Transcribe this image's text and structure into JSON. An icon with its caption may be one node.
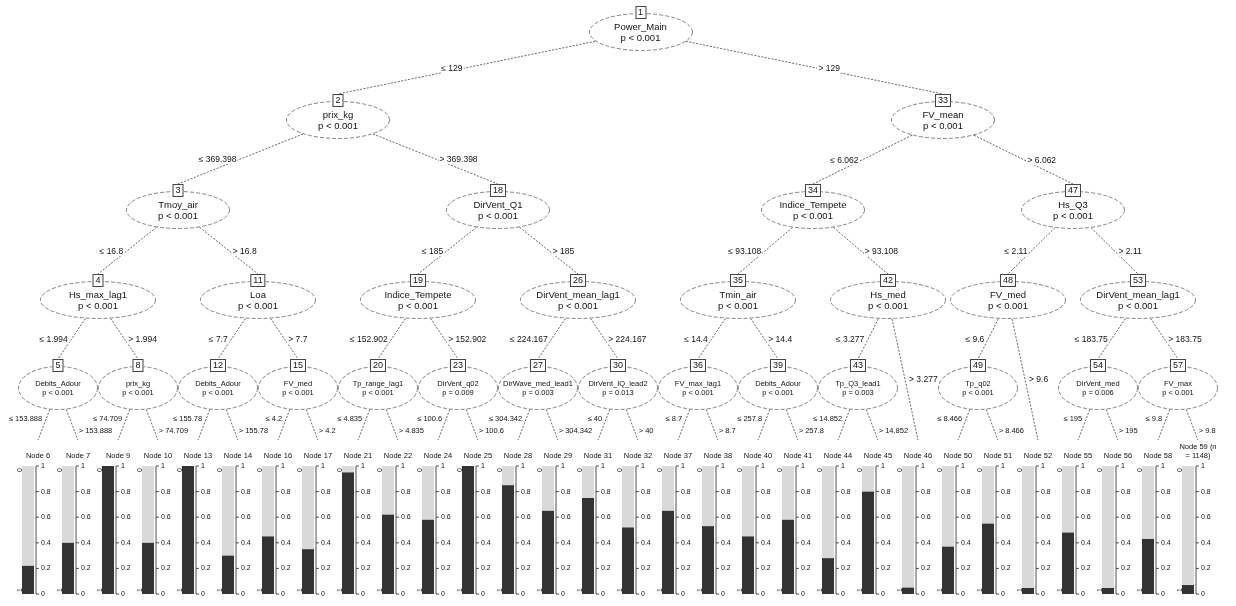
{
  "diagram": {
    "nodes": [
      {
        "text": [
          "1",
          "Power_Main",
          "p < 0.001"
        ]
      },
      {
        "text": [
          "2",
          "prix_kg",
          "p < 0.001"
        ]
      },
      {
        "text": [
          "3",
          "Tmoy_air",
          "p < 0.001"
        ]
      },
      {
        "text": [
          "4",
          "Hs_max_lag1",
          "p < 0.001"
        ]
      },
      {
        "text": [
          "5",
          "Debits_Adour",
          "p < 0.001"
        ]
      },
      {
        "text": [
          "Node 6",
          "0",
          "1",
          "1",
          "0.8",
          "0.6",
          "0.4",
          "0.2",
          "0"
        ]
      },
      {
        "text": [
          "Node 7",
          "0",
          "1",
          "1",
          "0.8",
          "0.6",
          "0.4",
          "0.2",
          "0"
        ]
      },
      {
        "text": [
          "8",
          "prix_kg",
          "p < 0.001"
        ]
      },
      {
        "text": [
          "Node 9",
          "0",
          "1",
          "1",
          "0.8",
          "0.6",
          "0.4",
          "0.2",
          "0"
        ]
      },
      {
        "text": [
          "Node 10",
          "0",
          "1",
          "1",
          "0.8",
          "0.6",
          "0.4",
          "0.2",
          "0"
        ]
      },
      {
        "text": [
          "11",
          "Loa",
          "p < 0.001"
        ]
      },
      {
        "text": [
          "12",
          "Debits_Adour",
          "p < 0.001"
        ]
      },
      {
        "text": [
          "Node 13",
          "0",
          "1",
          "1",
          "0.8",
          "0.6",
          "0.4",
          "0.2",
          "0"
        ]
      },
      {
        "text": [
          "Node 14",
          "0",
          "1",
          "1",
          "0.8",
          "0.6",
          "0.4",
          "0.2",
          "0"
        ]
      },
      {
        "text": [
          "15",
          "FV_med",
          "p < 0.001"
        ]
      },
      {
        "text": [
          "Node 16",
          "0",
          "1",
          "1",
          "0.8",
          "0.6",
          "0.4",
          "0.2",
          "0"
        ]
      },
      {
        "text": [
          "Node 17",
          "0",
          "1",
          "1",
          "0.8",
          "0.6",
          "0.4",
          "0.2",
          "0"
        ]
      },
      {
        "text": [
          "18",
          "DirVent_Q1",
          "p < 0.001"
        ]
      },
      {
        "text": [
          "19",
          "Indice_Tempete",
          "p < 0.001"
        ]
      },
      {
        "text": [
          "20",
          "Tp_range_lag1",
          "p < 0.001"
        ]
      },
      {
        "text": [
          "Node 21",
          "0",
          "1",
          "1",
          "0.8",
          "0.6",
          "0.4",
          "0.2",
          "0"
        ]
      },
      {
        "text": [
          "Node 22",
          "0",
          "1",
          "1",
          "0.8",
          "0.6",
          "0.4",
          "0.2",
          "0"
        ]
      },
      {
        "text": [
          "23",
          "DirVent_q02",
          "p = 0.009"
        ]
      },
      {
        "text": [
          "Node 24",
          "0",
          "1",
          "1",
          "0.8",
          "0.6",
          "0.4",
          "0.2",
          "0"
        ]
      },
      {
        "text": [
          "Node 25",
          "0",
          "1",
          "1",
          "0.8",
          "0.6",
          "0.4",
          "0.2",
          "0"
        ]
      },
      {
        "text": [
          "26",
          "DirVent_mean_lag1",
          "p < 0.001"
        ]
      },
      {
        "text": [
          "27",
          "DirWave_med_lead1",
          "p = 0.003"
        ]
      },
      {
        "text": [
          "Node 28",
          "0",
          "1",
          "1",
          "0.8",
          "0.6",
          "0.4",
          "0.2",
          "0"
        ]
      },
      {
        "text": [
          "Node 29",
          "0",
          "1",
          "1",
          "0.8",
          "0.6",
          "0.4",
          "0.2",
          "0"
        ]
      },
      {
        "text": [
          "30",
          "DirVent_IQ_lead2",
          "p = 0.013"
        ]
      },
      {
        "text": [
          "Node 31",
          "0",
          "1",
          "1",
          "0.8",
          "0.6",
          "0.4",
          "0.2",
          "0"
        ]
      },
      {
        "text": [
          "Node 32",
          "0",
          "1",
          "1",
          "0.8",
          "0.6",
          "0.4",
          "0.2",
          "0"
        ]
      },
      {
        "text": [
          "33",
          "FV_mean",
          "p < 0.001"
        ]
      },
      {
        "text": [
          "34",
          "Indice_Tempete",
          "p < 0.001"
        ]
      },
      {
        "text": [
          "35",
          "Tmin_air",
          "p < 0.001"
        ]
      },
      {
        "text": [
          "36",
          "FV_max_lag1",
          "p < 0.001"
        ]
      },
      {
        "text": [
          "Node 37",
          "0",
          "1",
          "1",
          "0.8",
          "0.6",
          "0.4",
          "0.2",
          "0"
        ]
      },
      {
        "text": [
          "Node 38",
          "0",
          "1",
          "1",
          "0.8",
          "0.6",
          "0.4",
          "0.2",
          "0"
        ]
      },
      {
        "text": [
          "39",
          "Debits_Adour",
          "p < 0.001"
        ]
      },
      {
        "text": [
          "Node 40",
          "0",
          "1",
          "1",
          "0.8",
          "0.6",
          "0.4",
          "0.2",
          "0"
        ]
      },
      {
        "text": [
          "Node 41",
          "0",
          "1",
          "1",
          "0.8",
          "0.6",
          "0.4",
          "0.2",
          "0"
        ]
      },
      {
        "text": [
          "42",
          "Hs_med",
          "p < 0.001"
        ]
      },
      {
        "text": [
          "43",
          "Tp_Q3_lead1",
          "p = 0.003"
        ]
      },
      {
        "text": [
          "Node 44",
          "0",
          "1",
          "1",
          "0.8",
          "0.6",
          "0.4",
          "0.2",
          "0"
        ]
      },
      {
        "text": [
          "Node 45",
          "0",
          "1",
          "1",
          "0.8",
          "0.6",
          "0.4",
          "0.2",
          "0"
        ]
      },
      {
        "text": [
          "Node 46",
          "0",
          "1",
          "1",
          "0.8",
          "0.6",
          "0.4",
          "0.2",
          "0"
        ]
      },
      {
        "text": [
          "47",
          "Hs_Q3",
          "p < 0.001"
        ]
      },
      {
        "text": [
          "48",
          "FV_med",
          "p < 0.001"
        ]
      },
      {
        "text": [
          "49",
          "Tp_q02",
          "p < 0.001"
        ]
      },
      {
        "text": [
          "Node 50",
          "0",
          "1",
          "1",
          "0.8",
          "0.6",
          "0.4",
          "0.2",
          "0"
        ]
      },
      {
        "text": [
          "Node 51",
          "0",
          "1",
          "1",
          "0.8",
          "0.6",
          "0.4",
          "0.2",
          "0"
        ]
      },
      {
        "text": [
          "Node 52",
          "0",
          "1",
          "1",
          "0.8",
          "0.6",
          "0.4",
          "0.2",
          "0"
        ]
      },
      {
        "text": [
          "53",
          "DirVent_mean_lag1",
          "p < 0.001"
        ]
      },
      {
        "text": [
          "54",
          "DirVent_med",
          "p = 0.006"
        ]
      },
      {
        "text": [
          "Node 55",
          "0",
          "1",
          "1",
          "0.8",
          "0.6",
          "0.4",
          "0.2",
          "0"
        ]
      },
      {
        "text": [
          "Node 56",
          "0",
          "1",
          "1",
          "0.8",
          "0.6",
          "0.4",
          "0.2",
          "0"
        ]
      },
      {
        "text": [
          "57",
          "FV_max",
          "p < 0.001"
        ]
      },
      {
        "text": [
          "Node 58",
          "0",
          "1",
          "1",
          "0.8",
          "0.6",
          "0.4",
          "0.2",
          "0"
        ]
      },
      {
        "text": [
          "Node 59 (n = 1148)",
          "0",
          "1",
          "1",
          "0.8",
          "0.6",
          "0.4",
          "0.2",
          "0"
        ]
      }
    ],
    "edges": [
      {
        "from": 0,
        "to": 1,
        "arrow": "none",
        "label": "≤ 129"
      },
      {
        "from": 0,
        "to": 32,
        "arrow": "none",
        "label": "> 129"
      },
      {
        "from": 1,
        "to": 2,
        "arrow": "none",
        "label": "≤ 369.398"
      },
      {
        "from": 1,
        "to": 17,
        "arrow": "none",
        "label": "> 369.398"
      },
      {
        "from": 2,
        "to": 3,
        "arrow": "none",
        "label": "≤ 16.8"
      },
      {
        "from": 2,
        "to": 10,
        "arrow": "none",
        "label": "> 16.8"
      },
      {
        "from": 3,
        "to": 4,
        "arrow": "none",
        "label": "≤ 1.994"
      },
      {
        "from": 3,
        "to": 7,
        "arrow": "none",
        "label": "> 1.994"
      },
      {
        "from": 4,
        "to": 5,
        "arrow": "none",
        "label": "≤ 153.888"
      },
      {
        "from": 4,
        "to": 6,
        "arrow": "none",
        "label": "> 153.888"
      },
      {
        "from": 7,
        "to": 8,
        "arrow": "none",
        "label": "≤ 74.709"
      },
      {
        "from": 7,
        "to": 9,
        "arrow": "none",
        "label": "> 74.709"
      },
      {
        "from": 10,
        "to": 11,
        "arrow": "none",
        "label": "≤ 7.7"
      },
      {
        "from": 10,
        "to": 14,
        "arrow": "none",
        "label": "> 7.7"
      },
      {
        "from": 11,
        "to": 12,
        "arrow": "none",
        "label": "≤ 155.78"
      },
      {
        "from": 11,
        "to": 13,
        "arrow": "none",
        "label": "> 155.78"
      },
      {
        "from": 14,
        "to": 15,
        "arrow": "none",
        "label": "≤ 4.2"
      },
      {
        "from": 14,
        "to": 16,
        "arrow": "none",
        "label": "> 4.2"
      },
      {
        "from": 17,
        "to": 18,
        "arrow": "none",
        "label": "≤ 185"
      },
      {
        "from": 17,
        "to": 25,
        "arrow": "none",
        "label": "> 185"
      },
      {
        "from": 18,
        "to": 19,
        "arrow": "none",
        "label": "≤ 152.902"
      },
      {
        "from": 18,
        "to": 22,
        "arrow": "none",
        "label": "> 152.902"
      },
      {
        "from": 19,
        "to": 20,
        "arrow": "none",
        "label": "≤ 4.835"
      },
      {
        "from": 19,
        "to": 21,
        "arrow": "none",
        "label": "> 4.835"
      },
      {
        "from": 22,
        "to": 23,
        "arrow": "none",
        "label": "≤ 100.6"
      },
      {
        "from": 22,
        "to": 24,
        "arrow": "none",
        "label": "> 100.6"
      },
      {
        "from": 25,
        "to": 26,
        "arrow": "none",
        "label": "≤ 224.167"
      },
      {
        "from": 25,
        "to": 29,
        "arrow": "none",
        "label": "> 224.167"
      },
      {
        "from": 26,
        "to": 27,
        "arrow": "none",
        "label": "≤ 304.342"
      },
      {
        "from": 26,
        "to": 28,
        "arrow": "none",
        "label": "> 304.342"
      },
      {
        "from": 29,
        "to": 30,
        "arrow": "none",
        "label": "≤ 40"
      },
      {
        "from": 29,
        "to": 31,
        "arrow": "none",
        "label": "> 40"
      },
      {
        "from": 32,
        "to": 33,
        "arrow": "none",
        "label": "≤ 6.062"
      },
      {
        "from": 32,
        "to": 46,
        "arrow": "none",
        "label": "> 6.062"
      },
      {
        "from": 33,
        "to": 34,
        "arrow": "none",
        "label": "≤ 93.108"
      },
      {
        "from": 33,
        "to": 41,
        "arrow": "none",
        "label": "> 93.108"
      },
      {
        "from": 34,
        "to": 35,
        "arrow": "none",
        "label": "≤ 14.4"
      },
      {
        "from": 34,
        "to": 38,
        "arrow": "none",
        "label": "> 14.4"
      },
      {
        "from": 35,
        "to": 36,
        "arrow": "none",
        "label": "≤ 8.7"
      },
      {
        "from": 35,
        "to": 37,
        "arrow": "none",
        "label": "> 8.7"
      },
      {
        "from": 38,
        "to": 39,
        "arrow": "none",
        "label": "≤ 257.8"
      },
      {
        "from": 38,
        "to": 40,
        "arrow": "none",
        "label": "> 257.8"
      },
      {
        "from": 41,
        "to": 42,
        "arrow": "none",
        "label": "≤ 3.277"
      },
      {
        "from": 41,
        "to": 45,
        "arrow": "none",
        "label": "> 3.277"
      },
      {
        "from": 42,
        "to": 43,
        "arrow": "none",
        "label": "≤ 14.852"
      },
      {
        "from": 42,
        "to": 44,
        "arrow": "none",
        "label": "> 14.852"
      },
      {
        "from": 46,
        "to": 47,
        "arrow": "none",
        "label": "≤ 2.11"
      },
      {
        "from": 46,
        "to": 52,
        "arrow": "none",
        "label": "> 2.11"
      },
      {
        "from": 47,
        "to": 48,
        "arrow": "none",
        "label": "≤ 9.6"
      },
      {
        "from": 47,
        "to": 51,
        "arrow": "none",
        "label": "> 9.6"
      },
      {
        "from": 48,
        "to": 49,
        "arrow": "none",
        "label": "≤ 8.466"
      },
      {
        "from": 48,
        "to": 50,
        "arrow": "none",
        "label": "> 8.466"
      },
      {
        "from": 52,
        "to": 53,
        "arrow": "none",
        "label": "≤ 183.75"
      },
      {
        "from": 52,
        "to": 56,
        "arrow": "none",
        "label": "> 183.75"
      },
      {
        "from": 53,
        "to": 54,
        "arrow": "none",
        "label": "≤ 195"
      },
      {
        "from": 53,
        "to": 55,
        "arrow": "none",
        "label": "> 195"
      },
      {
        "from": 56,
        "to": 57,
        "arrow": "none",
        "label": "≤ 9.8"
      },
      {
        "from": 56,
        "to": 58,
        "arrow": "none",
        "label": "> 9.8"
      }
    ]
  }
}
